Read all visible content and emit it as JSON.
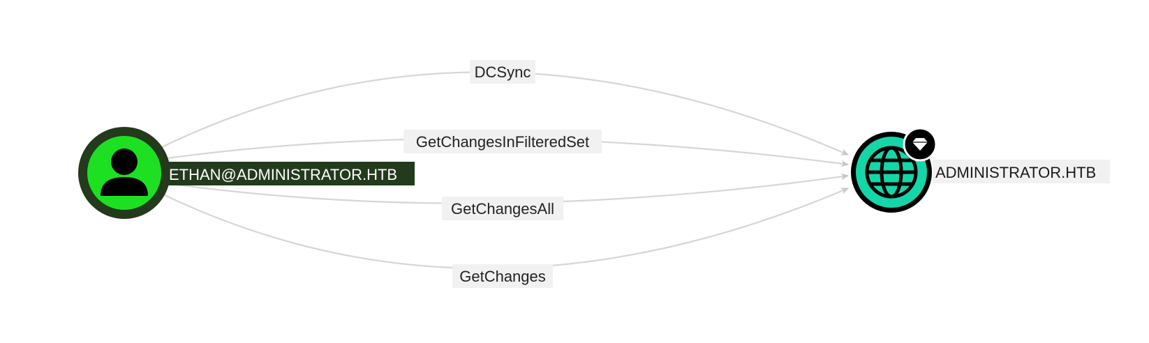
{
  "graph": {
    "nodes": [
      {
        "id": "user",
        "type": "user",
        "label": "ETHAN@ADMINISTRATOR.HTB",
        "icon": "user-icon",
        "color": "#1ee022",
        "ring_color": "#233a1d",
        "label_bg": "#233a1d",
        "label_color": "#ffffff"
      },
      {
        "id": "domain",
        "type": "domain",
        "label": "ADMINISTRATOR.HTB",
        "icon": "globe-icon",
        "badge": "gem-icon",
        "color": "#15d6a8",
        "ring_color": "#000000",
        "label_bg": "#f1f1f1",
        "label_color": "#1a1a1a"
      }
    ],
    "edges": [
      {
        "label": "DCSync",
        "source": "user",
        "target": "domain"
      },
      {
        "label": "GetChangesInFilteredSet",
        "source": "user",
        "target": "domain"
      },
      {
        "label": "GetChangesAll",
        "source": "user",
        "target": "domain"
      },
      {
        "label": "GetChanges",
        "source": "user",
        "target": "domain"
      }
    ],
    "edge_color": "#d6d6d6"
  }
}
